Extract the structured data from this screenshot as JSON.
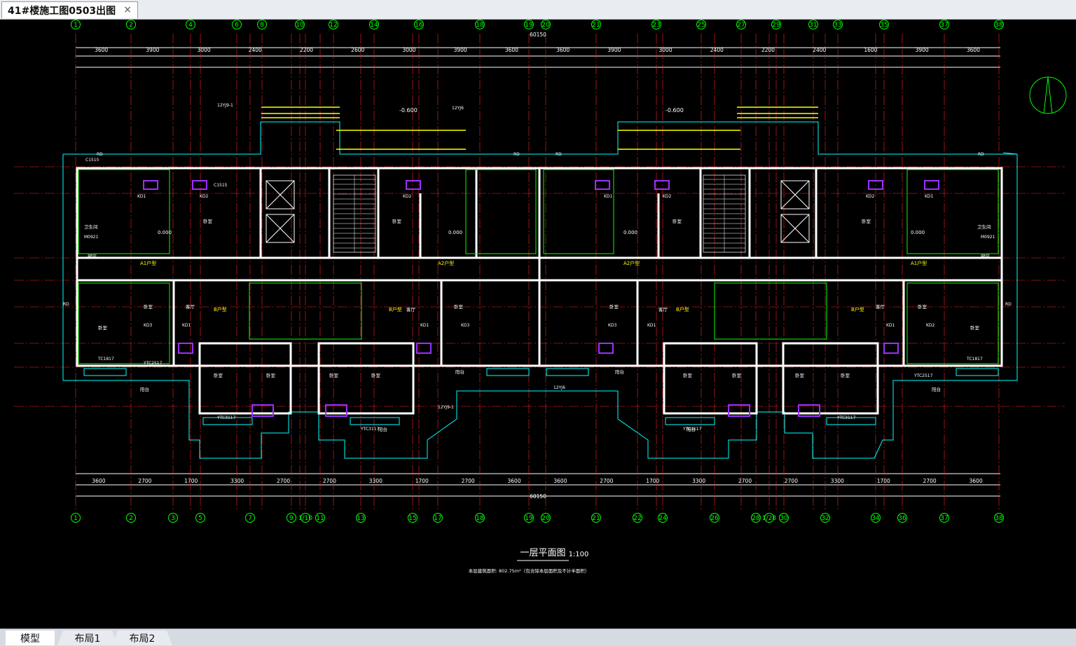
{
  "app": {
    "tab_title": "41#楼施工图0503出图",
    "close_glyph": "×"
  },
  "drawing": {
    "grid_top": [
      "1",
      "2",
      "4",
      "6",
      "8",
      "10",
      "12",
      "14",
      "16",
      "18",
      "19",
      "20",
      "21",
      "23",
      "25",
      "27",
      "29",
      "31",
      "33",
      "35",
      "37",
      "38"
    ],
    "grid_bottom": [
      "1",
      "2",
      "3",
      "5",
      "7",
      "9",
      "1/10",
      "11",
      "13",
      "15",
      "17",
      "18",
      "19",
      "20",
      "21",
      "22",
      "24",
      "26",
      "28",
      "1/28",
      "30",
      "32",
      "34",
      "36",
      "37",
      "38"
    ],
    "total_dimension": "60150",
    "dims_top_row1": [
      "3600",
      "3900",
      "3000",
      "2400",
      "2200",
      "2600",
      "3000",
      "3900",
      "3600",
      "3600",
      "3900",
      "3000",
      "2400",
      "2200",
      "2400",
      "1600",
      "3900",
      "3600"
    ],
    "dims_bottom_row": [
      "3600",
      "2700",
      "1700",
      "3300",
      "2700",
      "2700",
      "3300",
      "1700",
      "2700",
      "3600",
      "3600",
      "2700",
      "1700",
      "3300",
      "2700",
      "2700",
      "3300",
      "1700",
      "2700",
      "3600"
    ],
    "elevation_left": "-0.600",
    "elevation_right": "-0.600",
    "floor_level": "0.000",
    "title": "一层平面图",
    "scale": "1:100",
    "area_note": "本层建筑面积: 802.75m²（包含除本层面积及不计半面积）",
    "room_labels": {
      "bedroom": "卧室",
      "living": "客厅",
      "kitchen": "厨房",
      "bath": "卫生间",
      "balcony": "阳台",
      "unit_a1": "A1户型",
      "unit_a2": "A2户型",
      "unit_b": "B户型"
    },
    "annotations": [
      "12YJ9-1",
      "12YJ6",
      "KD1",
      "KD2",
      "KD3",
      "RD",
      "C1515",
      "M0921",
      "TC1817",
      "YTC2517",
      "YTC3117"
    ]
  },
  "layout_tabs": [
    {
      "label": "模型",
      "active": true
    },
    {
      "label": "布局1",
      "active": false
    },
    {
      "label": "布局2",
      "active": false
    }
  ],
  "colors": {
    "background": "#000000",
    "grid_bubble": "#00ff00",
    "axis_line": "#ff2020",
    "wall": "#ffffff",
    "window": "#00ffff",
    "room_text": "#ffffff",
    "highlight": "#ffff00",
    "fixture": "#9b30ff"
  }
}
